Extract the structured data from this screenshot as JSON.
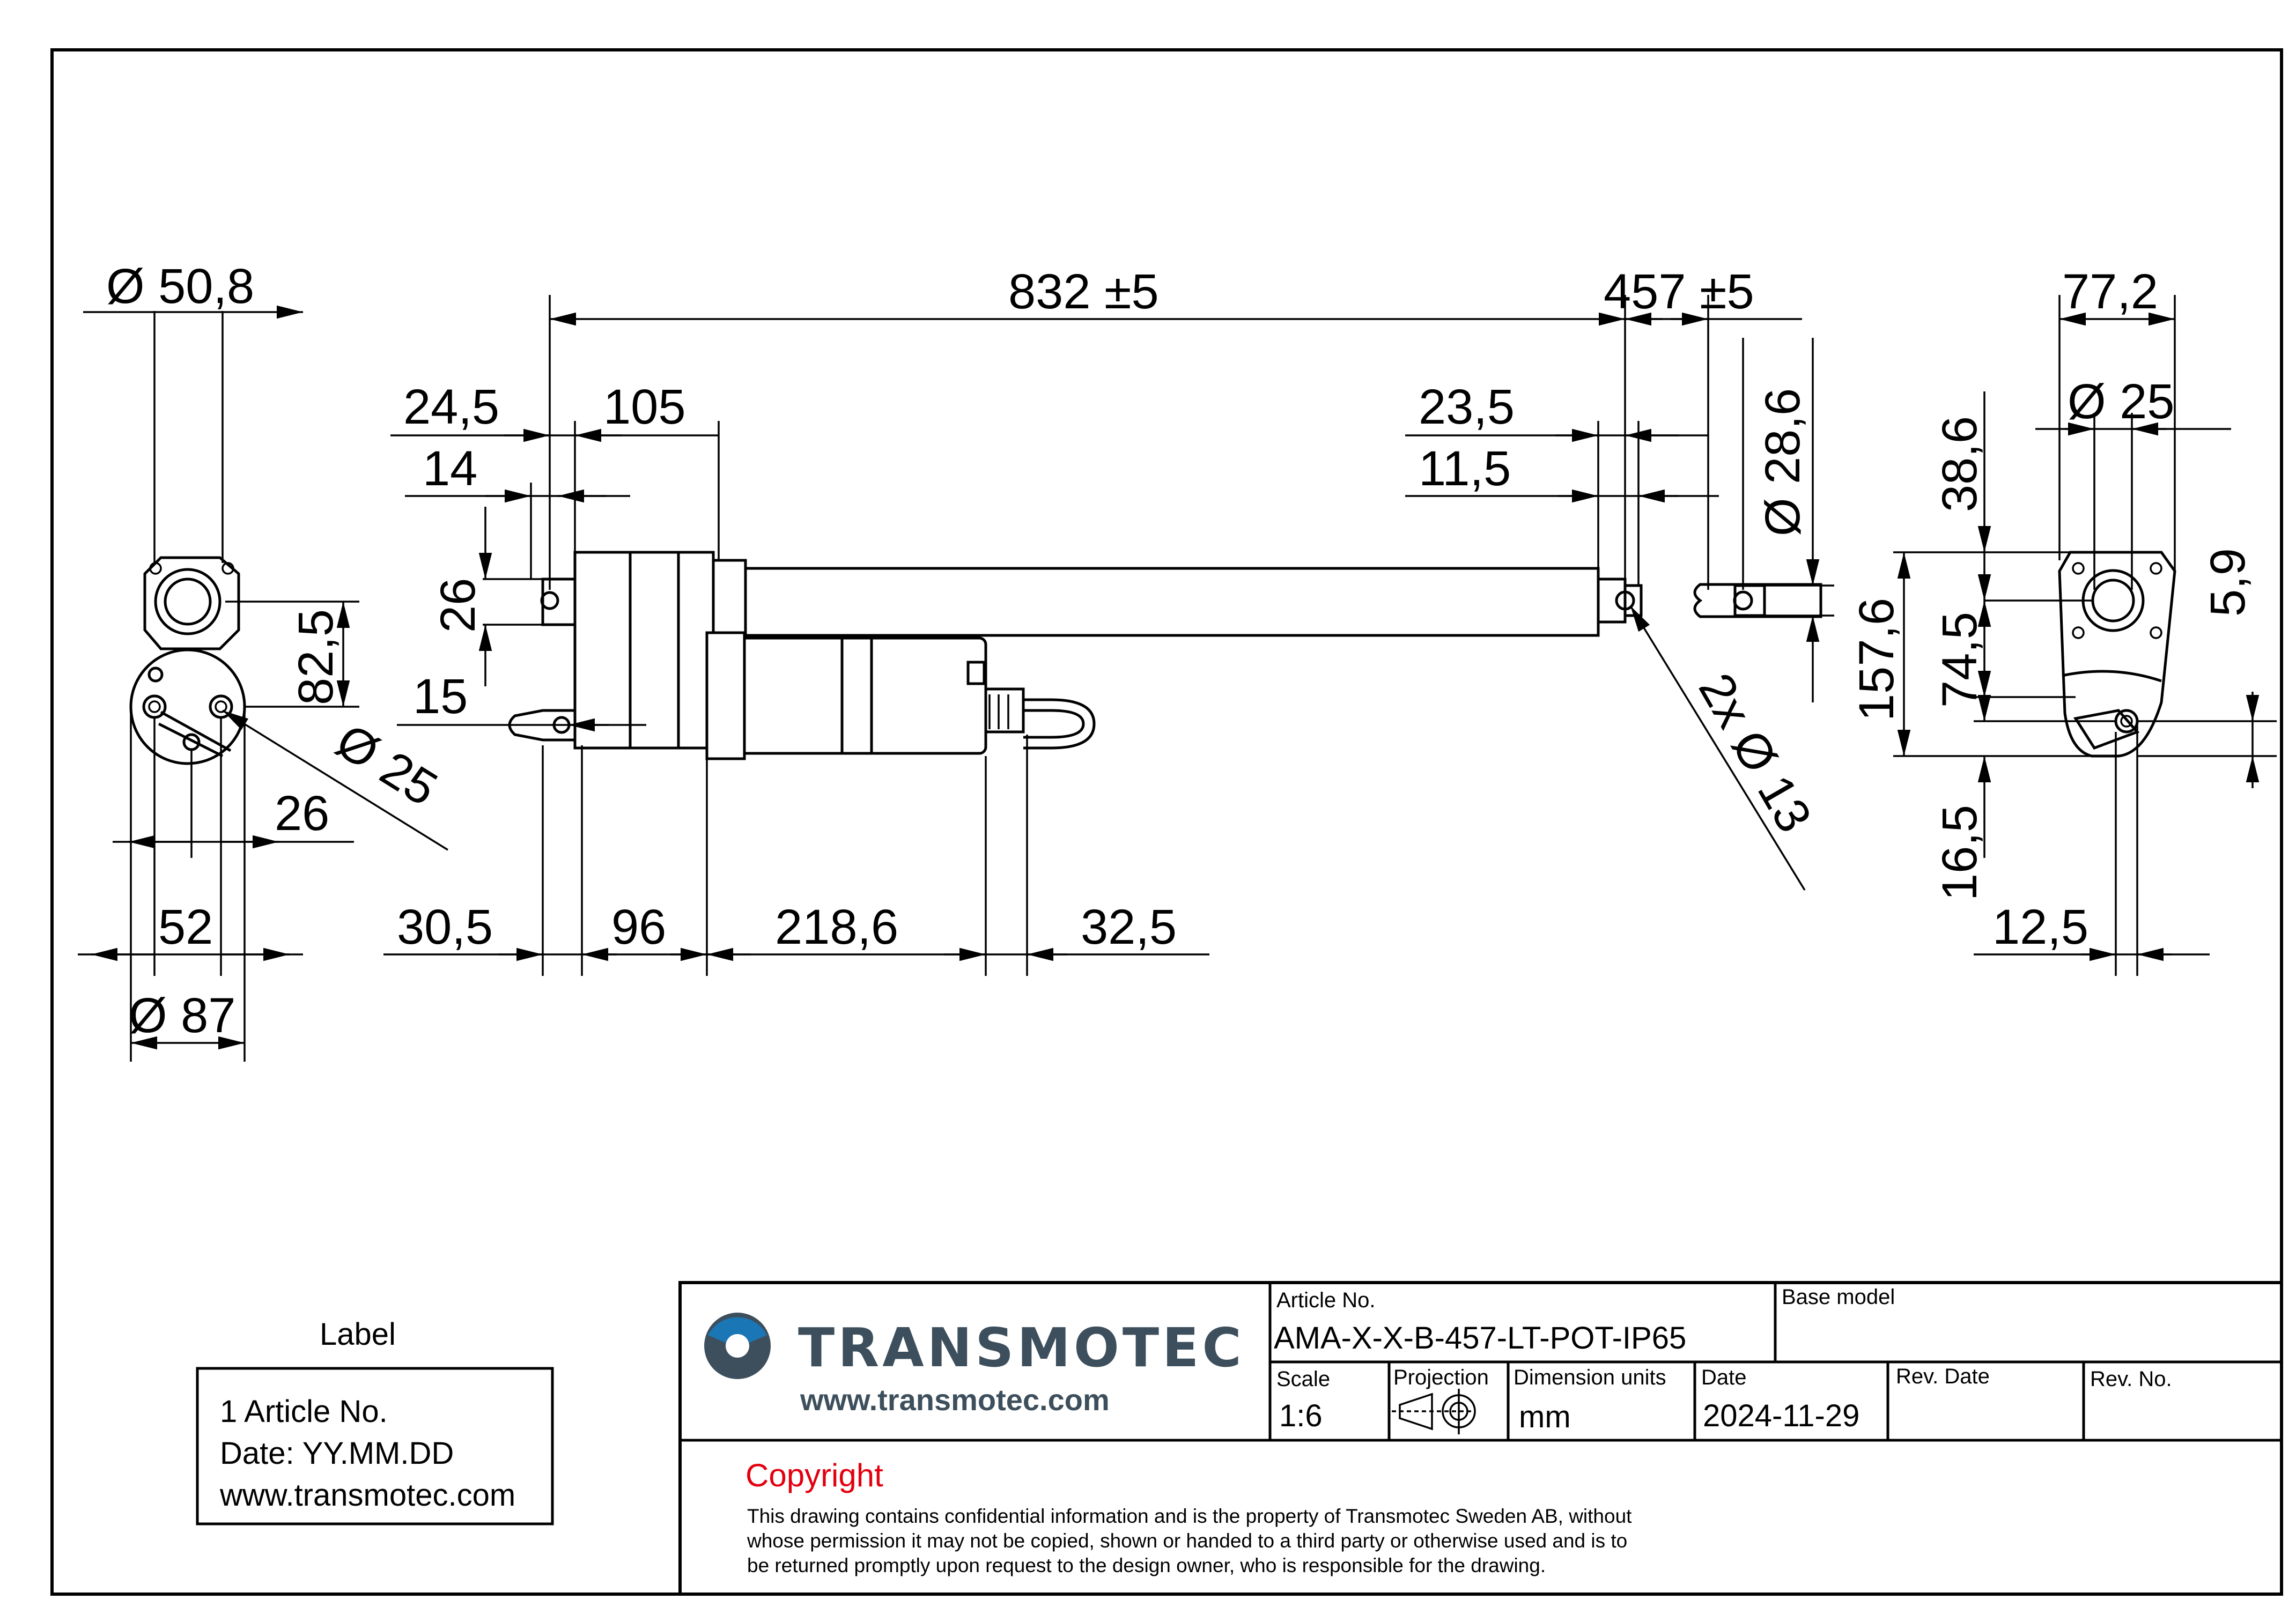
{
  "colors": {
    "brand": "#3d4f5c",
    "accent": "#1b76b5",
    "copyright": "#e3000f",
    "line": "#000000"
  },
  "dimensions": {
    "stroke_length": "832 ±5",
    "stroke": "457 ±5",
    "d_50_8": "Ø 50,8",
    "d_24_5": "24,5",
    "d_105": "105",
    "d_14": "14",
    "d_26_v": "26",
    "d_15": "15",
    "d_23_5": "23,5",
    "d_11_5": "11,5",
    "d_28_6": "Ø 28,6",
    "d_2x13": "2x Ø 13",
    "d_77_2": "77,2",
    "d_25_right": "Ø 25",
    "d_38_6": "38,6",
    "d_157_6": "157,6",
    "d_74_5": "74,5",
    "d_5_9": "5,9",
    "d_16_5": "16,5",
    "d_12_5": "12,5",
    "d_82_5": "82,5",
    "d_25_left": "Ø 25",
    "d_26_h": "26",
    "d_52": "52",
    "d_87": "Ø 87",
    "d_30_5": "30,5",
    "d_96": "96",
    "d_218_6": "218,6",
    "d_32_5": "32,5"
  },
  "label_box": {
    "title": "Label",
    "line1": "1 Article No.",
    "line2": "Date: YY.MM.DD",
    "line3": "www.transmotec.com"
  },
  "title_block": {
    "company": "TRANSMOTEC",
    "website": "www.transmotec.com",
    "article_no_label": "Article No.",
    "article_no": "AMA-X-X-B-457-LT-POT-IP65",
    "base_model_label": "Base model",
    "base_model": "",
    "scale_label": "Scale",
    "scale": "1:6",
    "projection_label": "Projection",
    "dim_units_label": "Dimension units",
    "dim_units": "mm",
    "date_label": "Date",
    "date": "2024-11-29",
    "rev_date_label": "Rev. Date",
    "rev_date": "",
    "rev_no_label": "Rev. No.",
    "rev_no": ""
  },
  "copyright": {
    "title": "Copyright",
    "line1": "This drawing contains confidential information and is the property of Transmotec Sweden AB, without",
    "line2": "whose permission it may not be copied, shown or handed to a third party or otherwise used and is to",
    "line3": "be returned promptly upon request to the design owner, who is responsible for the drawing."
  }
}
